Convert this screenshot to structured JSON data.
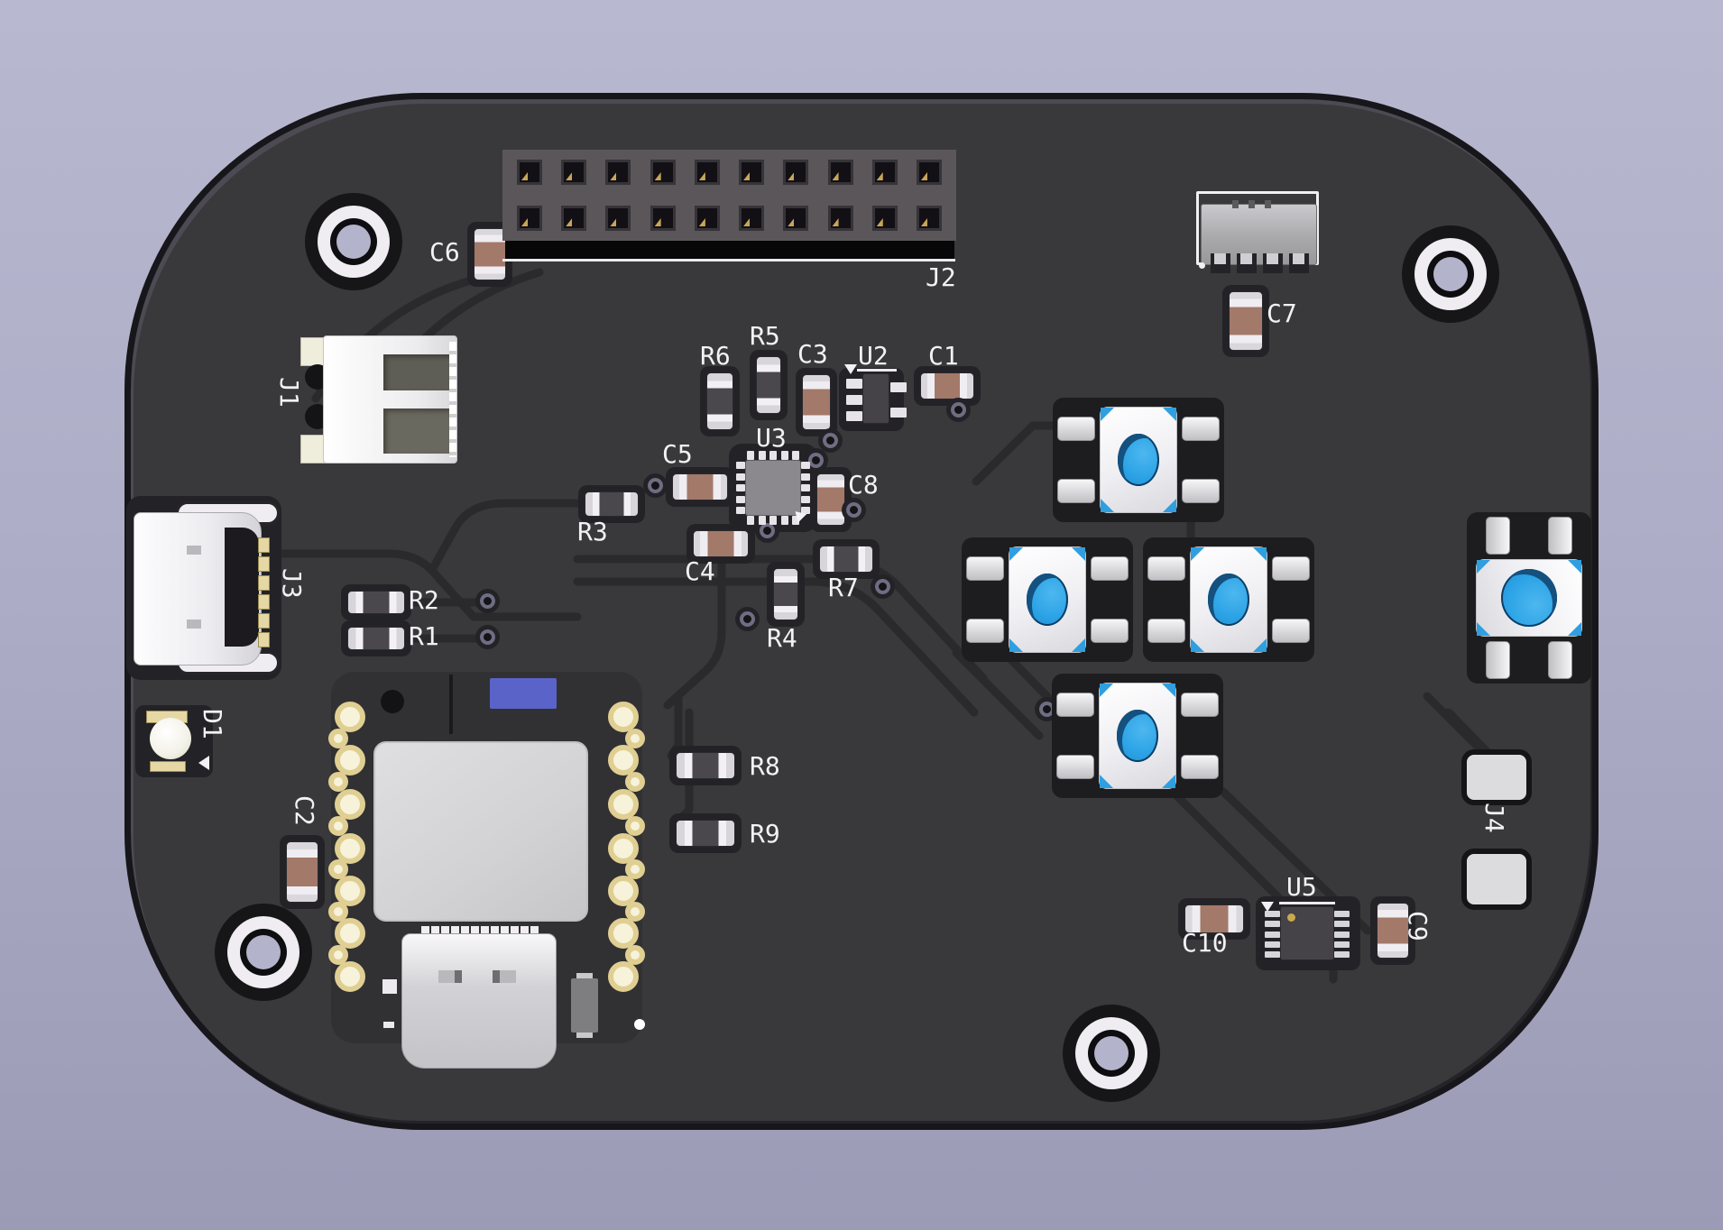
{
  "scene": {
    "kind": "pcb-3d-render"
  },
  "silkscreen": {
    "j1": "J1",
    "j2": "J2",
    "j3": "J3",
    "j4": "J4",
    "c1": "C1",
    "c2": "C2",
    "c3": "C3",
    "c4": "C4",
    "c5": "C5",
    "c6": "C6",
    "c7": "C7",
    "c8": "C8",
    "c9": "C9",
    "c10": "C10",
    "r1": "R1",
    "r2": "R2",
    "r3": "R3",
    "r4": "R4",
    "r5": "R5",
    "r6": "R6",
    "r7": "R7",
    "r8": "R8",
    "r9": "R9",
    "u2": "U2",
    "u3": "U3",
    "u5": "U5",
    "d1": "D1"
  },
  "summary": {
    "pushbuttons": 5,
    "mounting_holes": 4,
    "header_pins": 20,
    "header_rows": 2,
    "header_cols": 10
  },
  "colors": {
    "background_top": "#B8B8D0",
    "background_bottom": "#9B9BB6",
    "board": "#39383B",
    "board_edge": "#17161A",
    "silkscreen": "#F2F1F5",
    "button_cap_blue": "#2DA4E7",
    "capacitor_brown": "#A3796A",
    "module_blue": "#5A63C8",
    "pad_gold": "#E6D8A4",
    "metal_silver": "#D6D4D8"
  }
}
